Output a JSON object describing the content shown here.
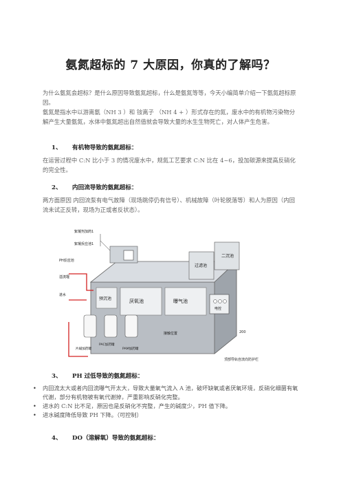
{
  "title": "氨氮超标的 7 大原因，你真的了解吗？",
  "intro": "为什么氨氮会超标？是什么原因导致氨氮超标，什么是氨氮等等，今天小编简单介绍一下氨氮超标原因。",
  "definition": "氨氮是指水中以游离氨（NH 3 ）和 铵离子 （NH 4 + ）形式存在的氮，废水中的有机物污染物分解产生大量氨氮，水体中氨氮超出自然值就会导致大量的水生生物死亡，对人体产生危害。",
  "sections": [
    {
      "num": "1、",
      "heading": "有机物导致的氨氮超标：",
      "text": "在运营过程中 C:N 比小于 3 的情况废水中，规氮工艺要求 C:N 比在 4~6，投加碳源来提高反硝化的完全性。"
    },
    {
      "num": "2、",
      "heading": "内回流导致的氨氮超标：",
      "text": "两方面原因 内回流泵有电气故障（现场跳停仍有信号）、机械故障（叶轮脱落等）和人为原因（内回流未试正反转，现场为正或者反状态）。"
    },
    {
      "num": "3、",
      "heading": "PH 过低导致的氨氮超标："
    },
    {
      "num": "4、",
      "heading": "DO（溶解氧）导致的氨氮超标："
    }
  ],
  "bullets": [
    "内回流太大或者内回流曝气开太大，导致大量氧气流入 A 池，破坏缺氧或者厌氧环境，反硝化细菌有氧代谢，部分有机物被有氧代谢掉，严重影响反硝化完整。",
    "进水的 C:N 比不足，原因也是反硝化不完整，产生的碱度少，PH 值下降。",
    "进水碱度降低导致 PH 下降。（可控制）"
  ],
  "figure": {
    "labels": {
      "l1": "絮凝剂加药1",
      "l2": "絮凝反应池1",
      "l3": "PH反应池",
      "l4": "溢流堰",
      "l5": "进水",
      "t1": "预沉池",
      "t2": "厌氧池",
      "t3": "曝气池",
      "t4": "二沉池",
      "t5": "过滤池",
      "t6": "电控",
      "t7": "接触位置",
      "d1": "200",
      "k1": "片碱加药罐",
      "k2": "PAC加药罐",
      "k3": "PAM加药罐",
      "caption": "顶部导轨自流向防护栏"
    }
  }
}
